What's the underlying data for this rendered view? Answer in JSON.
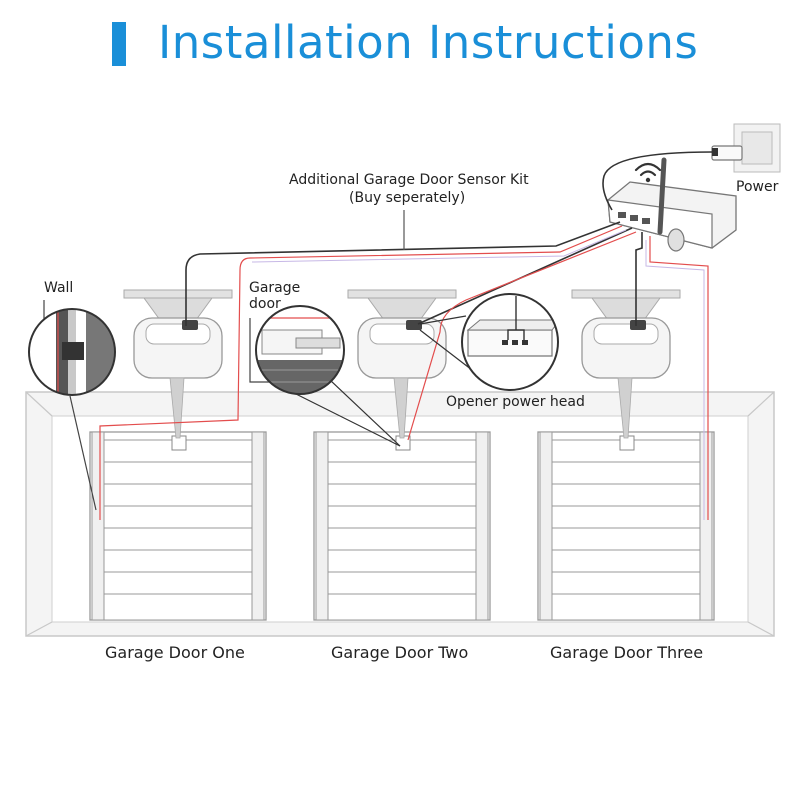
{
  "title": "Installation Instructions",
  "labels": {
    "sensor_kit": "Additional Garage Door Sensor Kit",
    "buy_separately": "(Buy seperately)",
    "power": "Power",
    "wall": "Wall",
    "garage_door_line1": "Garage",
    "garage_door_line2": "door",
    "opener_power_head": "Opener power head"
  },
  "doors": [
    {
      "label": "Garage Door One"
    },
    {
      "label": "Garage Door Two"
    },
    {
      "label": "Garage Door Three"
    }
  ],
  "colors": {
    "accent": "#1a8fd8",
    "wire_red": "#e34d4d",
    "wire_dark": "#333333",
    "line_gray": "#9a9a9a"
  }
}
